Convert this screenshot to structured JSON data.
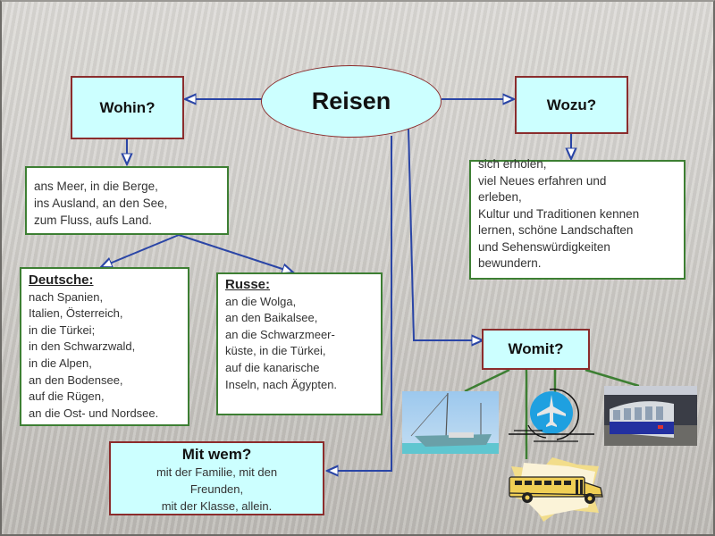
{
  "diagram": {
    "center": {
      "label": "Reisen"
    },
    "wohin": {
      "label": "Wohin?",
      "answers": [
        "ans Meer,  in die Berge,",
        "ins Ausland,  an den See,",
        "zum Fluss,  aufs Land."
      ]
    },
    "wozu": {
      "label": "Wozu?",
      "answers": [
        "sich erholen,",
        "viel Neues erfahren und",
        "erleben,",
        "Kultur und Traditionen kennen",
        "lernen, schöne Landschaften",
        "und Sehenswürdigkeiten",
        "bewundern."
      ]
    },
    "deutsche": {
      "heading": "Deutsche:",
      "lines": [
        "nach Spanien,",
        "Italien, Österreich,",
        "in die Türkei;",
        "in den Schwarzwald,",
        "in die Alpen,",
        "an den Bodensee,",
        "auf die Rügen,",
        "an die Ost- und Nordsee."
      ]
    },
    "russe": {
      "heading": "Russe:",
      "lines": [
        "an die Wolga,",
        "an den Baikalsee,",
        "an die Schwarzmeer-",
        "küste, in die Türkei,",
        "auf die kanarische",
        "Inseln, nach Ägypten."
      ]
    },
    "mitwem": {
      "label": "Mit wem?",
      "lines": [
        "mit der Familie, mit den",
        "Freunden,",
        "mit der Klasse, allein."
      ]
    },
    "womit": {
      "label": "Womit?",
      "images": [
        "sailboat",
        "airplane",
        "train",
        "school-bus"
      ]
    }
  },
  "colors": {
    "node_fill": "#ccffff",
    "node_border": "#8b2d2d",
    "answer_border": "#3d7f33",
    "arrow": "#2a45a6",
    "connector": "#3d7f33"
  }
}
